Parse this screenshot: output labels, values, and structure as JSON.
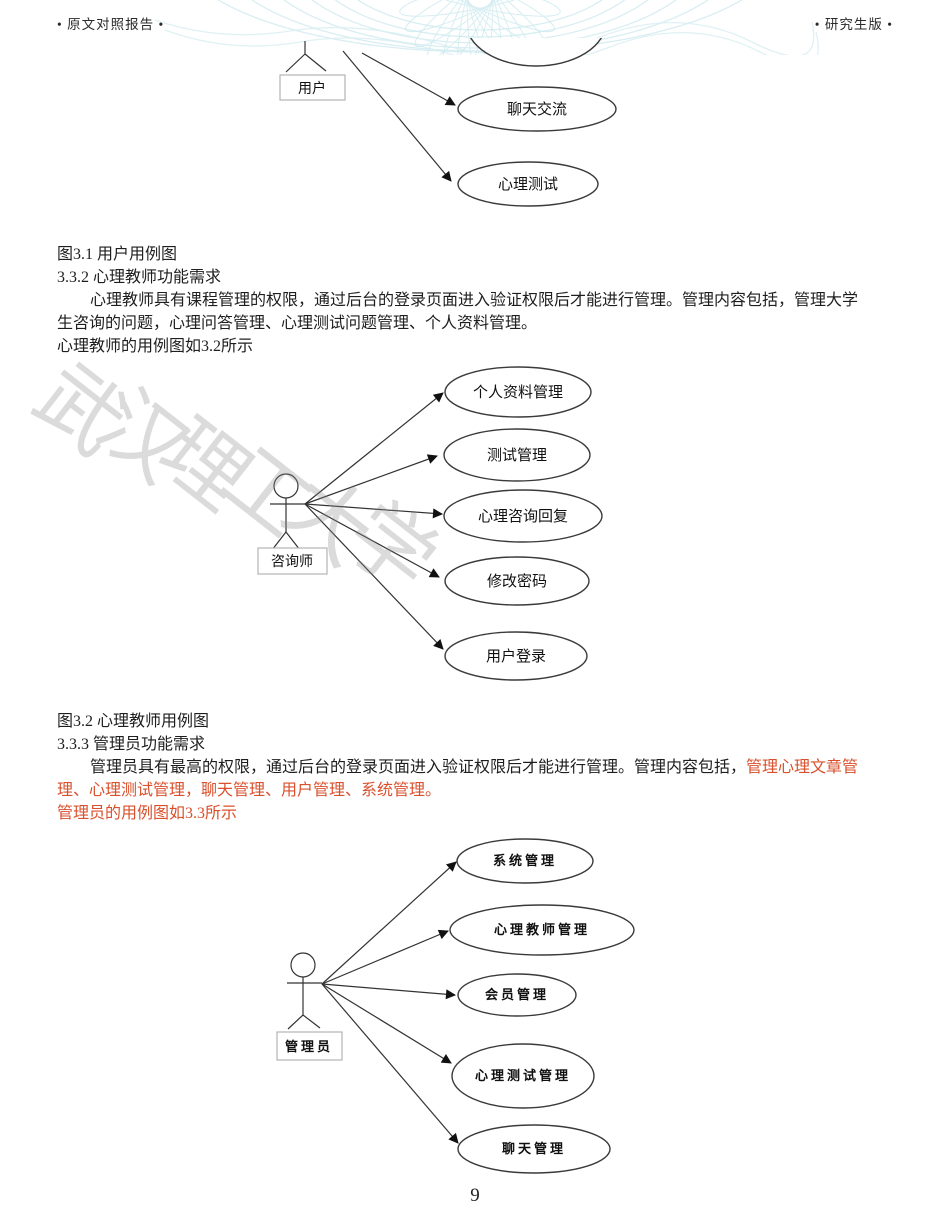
{
  "header": {
    "left": "• 原文对照报告 •",
    "right": "• 研究生版 •"
  },
  "watermark": {
    "text": "武汉理工大学"
  },
  "footer": {
    "page_number": "9"
  },
  "colors": {
    "red_text": "#d9502c",
    "diagram_stroke": "#333333",
    "box_border": "#b3b3b3",
    "guilloche": "#d9eef2"
  },
  "section_1": {
    "figure_caption": "图3.1 用户用例图",
    "heading": "3.3.2 心理教师功能需求",
    "para_line_1": "心理教师具有课程管理的权限，通过后台的登录页面进入验证权限后才能进行管理。管理内容包括，管理大学",
    "para_line_2": "生咨询的问题，心理问答管理、心理测试问题管理、个人资料管理。",
    "note": "心理教师的用例图如3.2所示"
  },
  "section_2": {
    "figure_caption": "图3.2 心理教师用例图",
    "heading": "3.3.3 管理员功能需求",
    "para_line_1_black": "管理员具有最高的权限，通过后台的登录页面进入验证权限后才能进行管理。管理内容包括，",
    "para_line_1_red": "管理心理文章管",
    "para_line_2_red": "理、心理测试管理，聊天管理、用户管理、系统管理。",
    "note_red": "管理员的用例图如3.3所示"
  },
  "diagram_user": {
    "actor_label": "用户",
    "usecases": [
      "聊天交流",
      "心理测试"
    ]
  },
  "diagram_counselor": {
    "actor_label": "咨询师",
    "usecases": [
      "个人资料管理",
      "测试管理",
      "心理咨询回复",
      "修改密码",
      "用户登录"
    ]
  },
  "diagram_admin": {
    "actor_label": "管理员",
    "usecases": [
      "系统管理",
      "心理教师管理",
      "会员管理",
      "心理测试管理",
      "聊天管理"
    ]
  }
}
